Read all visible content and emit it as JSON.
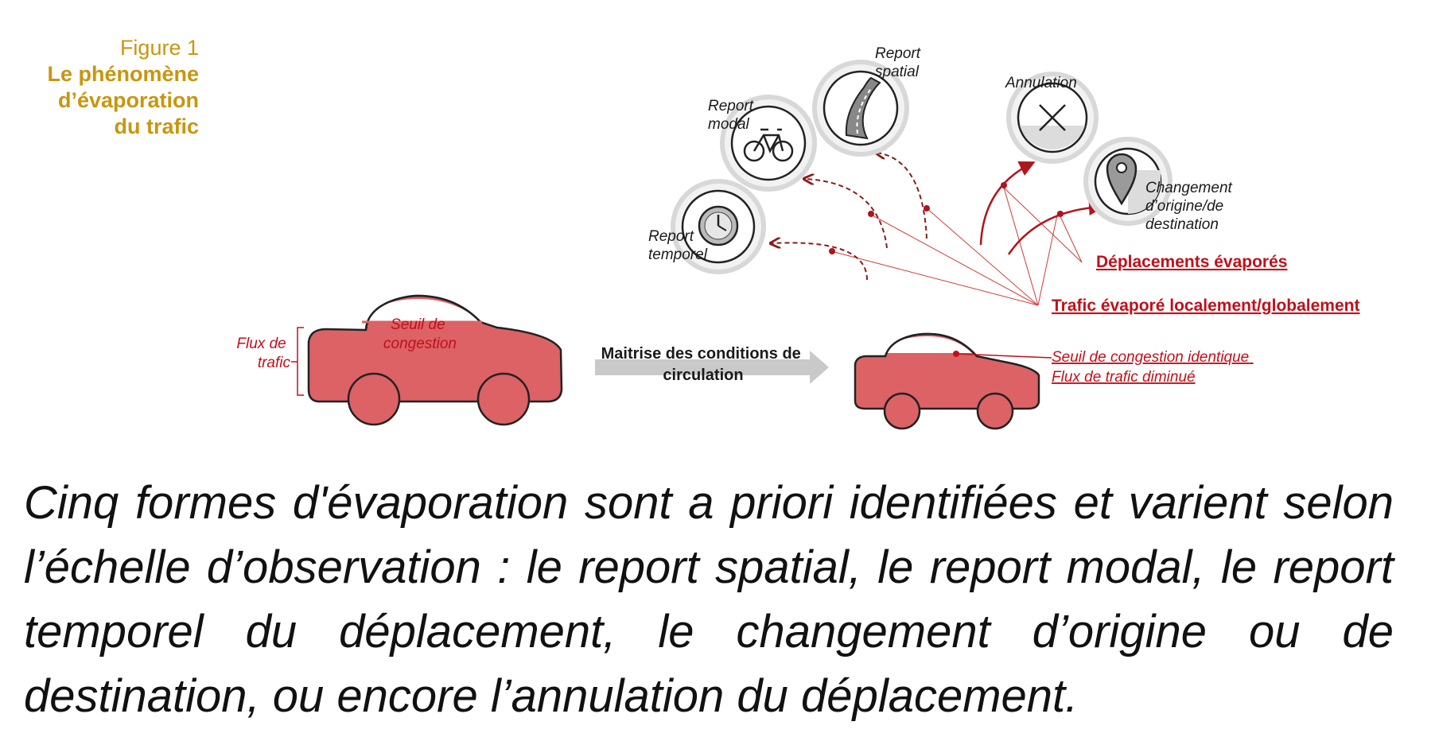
{
  "figure": {
    "number": "Figure 1",
    "title_lines": [
      "Le phénomène",
      "d’évaporation",
      "du trafic"
    ]
  },
  "diagram": {
    "flux_label": [
      "Flux de",
      "trafic"
    ],
    "seuil_label": [
      "Seuil de",
      "congestion"
    ],
    "arrow_label": [
      "Maitrise des conditions de",
      "circulation"
    ],
    "small_car_labels": [
      "Seuil de congestion identique",
      "Flux de trafic diminué"
    ],
    "trafic_evapore": "Trafic évaporé localement/globalement",
    "deplacements_evapores": "Déplacements évaporés",
    "circles": {
      "report_temporel": [
        "Report",
        "temporel"
      ],
      "report_modal": [
        "Report",
        "modal"
      ],
      "report_spatial": [
        "Report",
        "spatial"
      ],
      "annulation": [
        "Annulation"
      ],
      "changement": [
        "Changement",
        "d’origine/de",
        "destination"
      ]
    },
    "colors": {
      "car_fill": "#dc6266",
      "accent_red": "#c0101a",
      "dark_red": "#8b1c1c",
      "caption_gold": "#c8960f"
    },
    "icons": {
      "report_temporel": "clock-icon",
      "report_modal": "bicycle-icon",
      "report_spatial": "road-icon",
      "annulation": "cross-icon",
      "changement": "map-pin-icon"
    }
  },
  "paragraph": "Cinq formes d'évaporation sont a priori identifiées et varient selon l’échelle d’observation : le report spatial, le report modal, le report temporel du déplacement, le changement d’origine ou de destination, ou encore l’annulation du déplacement."
}
